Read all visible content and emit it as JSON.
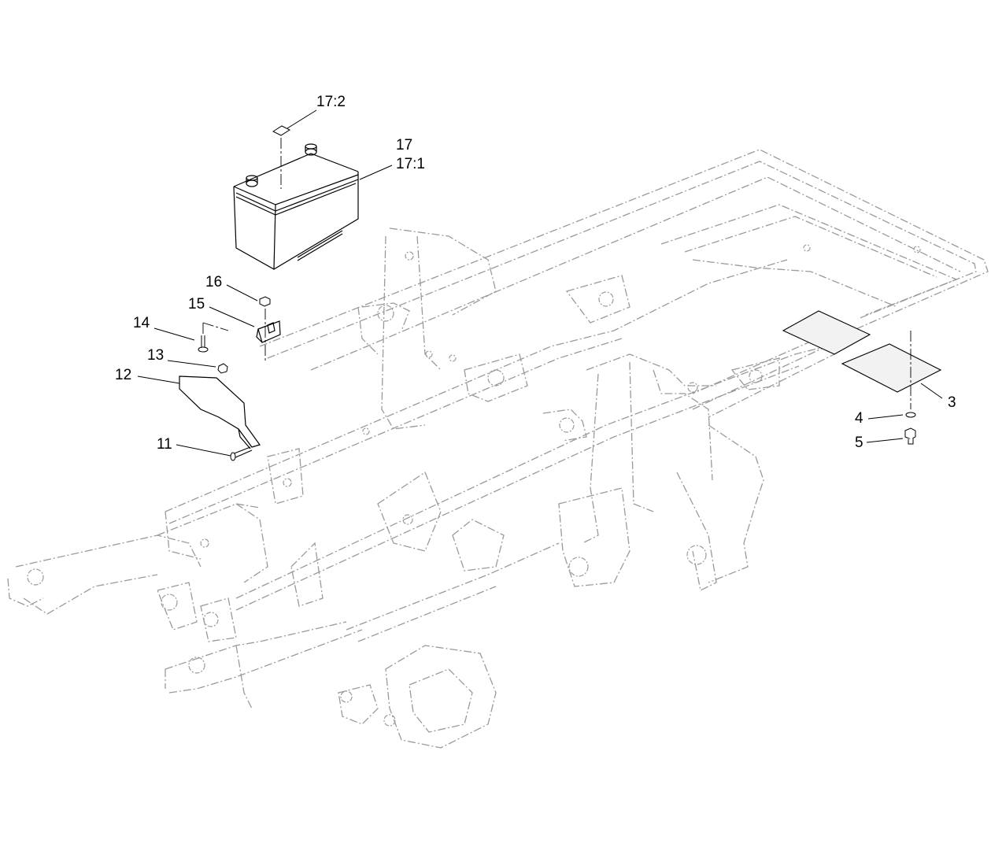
{
  "diagram": {
    "type": "exploded parts diagram",
    "colors": {
      "frame_line": "#9a9a9a",
      "part_line": "#000000",
      "background": "#ffffff",
      "plate_fill": "#f2f2f2"
    },
    "callouts": [
      {
        "id": "c17_2",
        "text": "17:2"
      },
      {
        "id": "c17",
        "text": "17"
      },
      {
        "id": "c17_1",
        "text": "17:1"
      },
      {
        "id": "c16",
        "text": "16"
      },
      {
        "id": "c15",
        "text": "15"
      },
      {
        "id": "c14",
        "text": "14"
      },
      {
        "id": "c13",
        "text": "13"
      },
      {
        "id": "c12",
        "text": "12"
      },
      {
        "id": "c11",
        "text": "11"
      },
      {
        "id": "c3",
        "text": "3"
      },
      {
        "id": "c4",
        "text": "4"
      },
      {
        "id": "c5",
        "text": "5"
      }
    ]
  }
}
